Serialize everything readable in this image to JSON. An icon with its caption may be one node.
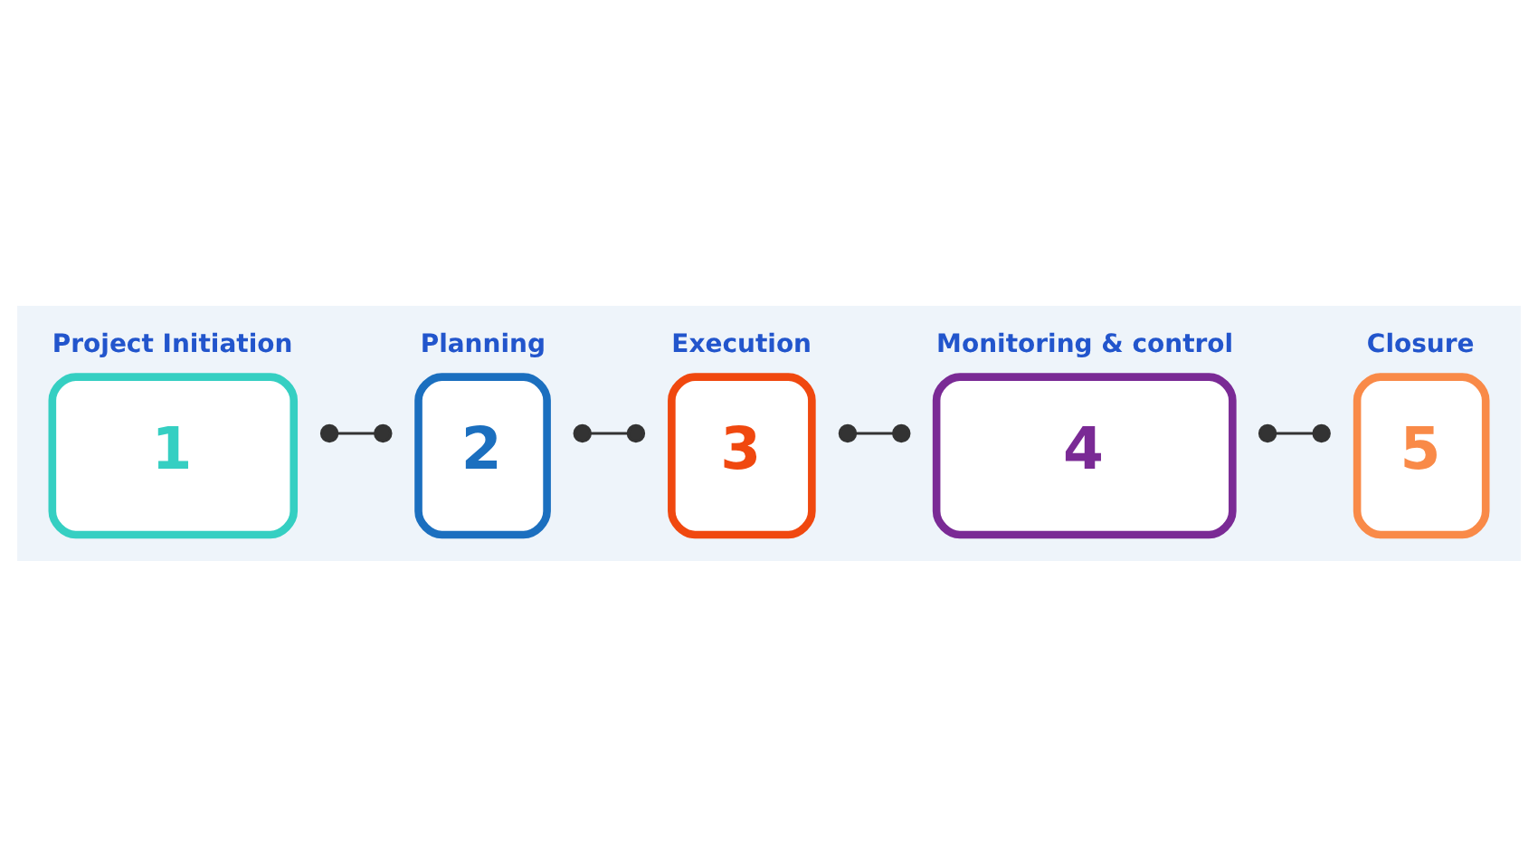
{
  "diagram": {
    "nodes": [
      {
        "text": [
          "Project Initiation",
          "1"
        ]
      },
      {
        "text": [
          "Planning",
          "2"
        ]
      },
      {
        "text": [
          "Execution",
          "3"
        ]
      },
      {
        "text": [
          "Monitoring & control",
          "4"
        ]
      },
      {
        "text": [
          "Closure",
          "5"
        ]
      }
    ],
    "edges": [
      {
        "from": 0,
        "to": 1,
        "arrow": "other"
      },
      {
        "from": 1,
        "to": 2,
        "arrow": "other"
      },
      {
        "from": 2,
        "to": 3,
        "arrow": "other"
      },
      {
        "from": 3,
        "to": 4,
        "arrow": "other"
      }
    ]
  }
}
